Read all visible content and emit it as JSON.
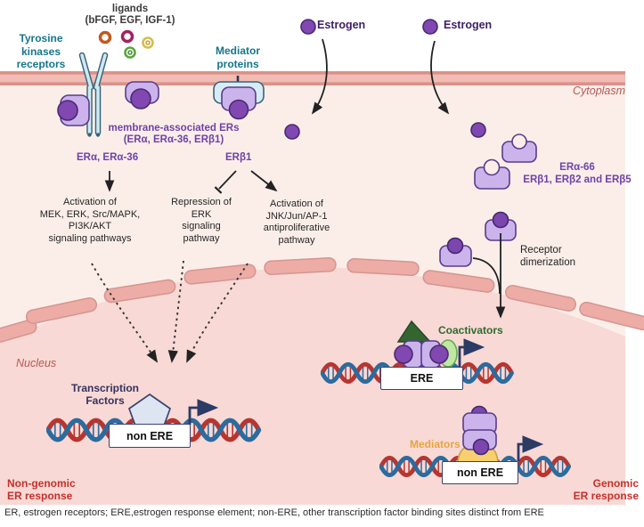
{
  "top": {
    "ligands_title": "ligands",
    "ligands_sub": "(bFGF, EGF, IGF-1)",
    "tyrosine_kinases": "Tyrosine\nkinases\nreceptors",
    "mediator_proteins": "Mediator\nproteins",
    "estrogen_left": "Estrogen",
    "estrogen_right": "Estrogen"
  },
  "cell": {
    "cytoplasm": "Cytoplasm",
    "nucleus": "Nucleus"
  },
  "membrane_ers": {
    "title": "membrane-associated ERs",
    "subtitle": "(ERα, ERα-36, ERβ1)",
    "era": "ERα, ERα-36",
    "erb": "ERβ1"
  },
  "pathways": {
    "mek": "Activation of\nMEK, ERK, Src/MAPK,\nPI3K/AKT\nsignaling pathways",
    "erk": "Repression of\nERK\nsignaling\npathway",
    "jnk": "Activation of\nJNK/Jun/AP-1\nantiproliferative\npathway"
  },
  "right_side": {
    "receptor_types": "ERα-66\nERβ1, ERβ2 and ERβ5",
    "dimerization": "Receptor\ndimerization"
  },
  "nucleus_area": {
    "transcription_factors": "Transcription\nFactors",
    "non_ere_left": "non ERE",
    "coactivators": "Coactivators",
    "ere": "ERE",
    "mediators": "Mediators",
    "non_ere_right": "non ERE"
  },
  "responses": {
    "non_genomic": "Non-genomic\nER response",
    "genomic": "Genomic\nER response"
  },
  "caption": "ER, estrogen receptors; ERE,estrogen response element; non-ERE, other transcription factor binding sites distinct from ERE",
  "colors": {
    "cytoplasm_bg": "#fbeee9",
    "nucleus_bg": "#f8d9d5",
    "membrane": "#dd9089",
    "receptor_purple": "#cbb3ec",
    "estrogen_purple": "#8048b0",
    "teal_label": "#17768a",
    "purple_label": "#6f42a8",
    "rose_label": "#b95753",
    "red_label": "#c4302b",
    "green_label": "#2e6b2e",
    "orange_label": "#e6a63c",
    "navy_arrow": "#2c3a66"
  }
}
